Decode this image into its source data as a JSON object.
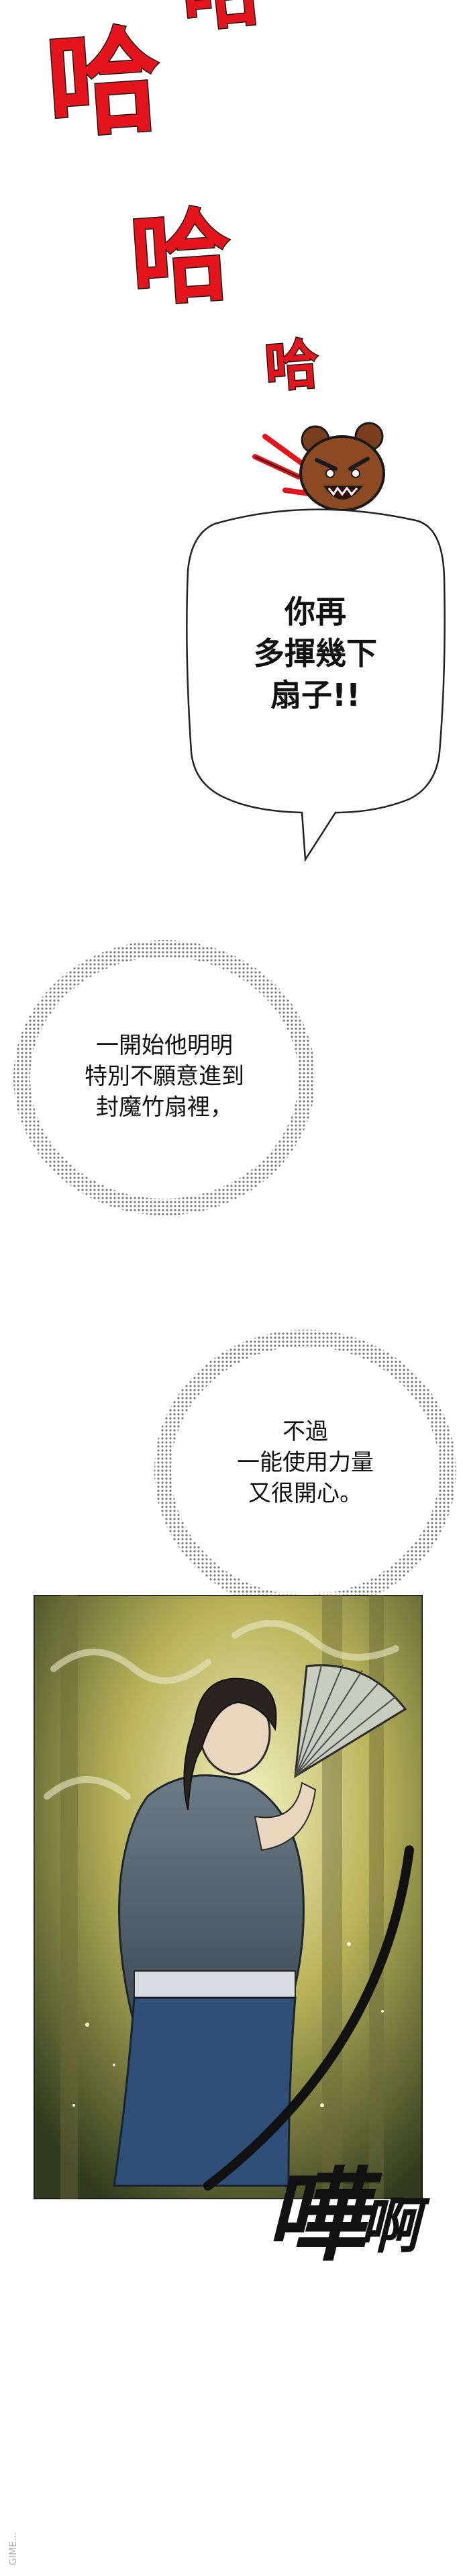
{
  "sfx_top": {
    "cropped": "哈",
    "laugh_big_1": "哈",
    "laugh_big_2": "哈",
    "laugh_small": "哈"
  },
  "speech_bubble": {
    "text": "你再\n多揮幾下\n扇子!!"
  },
  "thought_bubble_1": {
    "text": "一開始他明明\n特別不願意進到\n封魔竹扇裡，"
  },
  "thought_bubble_2": {
    "text": "不過\n一能使用力量\n又很開心。"
  },
  "sfx_swing": {
    "text_big": "嘩",
    "text_small": "啊"
  },
  "watermark": {
    "text": "GIME..."
  },
  "colors": {
    "sfx_red": "#e3141b",
    "panel_glow": "#d8d27a",
    "character_robe": "#5f6e78"
  }
}
